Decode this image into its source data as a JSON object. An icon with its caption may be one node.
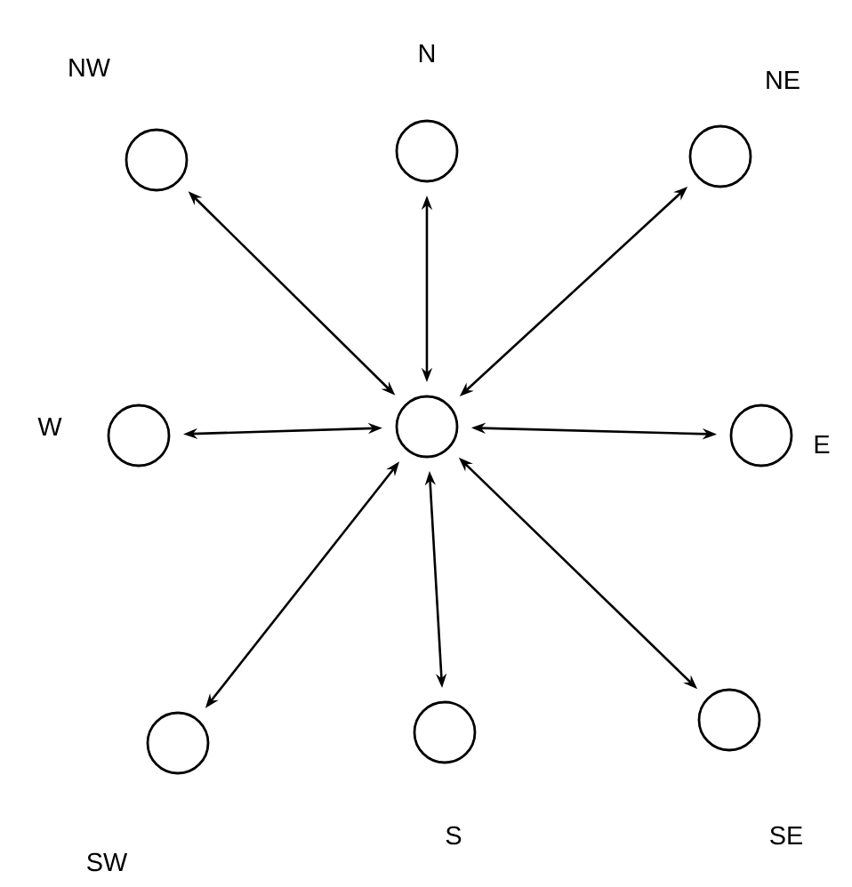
{
  "diagram": {
    "nodes": [
      {
        "text": [],
        "shape": "circle",
        "beside": [
          "NW"
        ]
      },
      {
        "text": [],
        "shape": "circle",
        "beside": [
          "N"
        ]
      },
      {
        "text": [],
        "shape": "circle",
        "beside": [
          "NE"
        ]
      },
      {
        "text": [],
        "shape": "circle",
        "beside": [
          "W"
        ]
      },
      {
        "text": [],
        "shape": "circle"
      },
      {
        "text": [],
        "shape": "circle",
        "beside": [
          "E"
        ]
      },
      {
        "text": [],
        "shape": "circle",
        "beside": [
          "SW"
        ]
      },
      {
        "text": [],
        "shape": "circle",
        "beside": [
          "S"
        ]
      },
      {
        "text": [],
        "shape": "circle",
        "beside": [
          "SE"
        ]
      }
    ],
    "edges": [
      {
        "from": 4,
        "to": 0,
        "arrow": "both"
      },
      {
        "from": 4,
        "to": 1,
        "arrow": "both"
      },
      {
        "from": 4,
        "to": 2,
        "arrow": "both"
      },
      {
        "from": 4,
        "to": 3,
        "arrow": "both"
      },
      {
        "from": 4,
        "to": 5,
        "arrow": "both"
      },
      {
        "from": 4,
        "to": 6,
        "arrow": "both"
      },
      {
        "from": 4,
        "to": 7,
        "arrow": "both"
      },
      {
        "from": 4,
        "to": 8,
        "arrow": "both"
      }
    ]
  }
}
